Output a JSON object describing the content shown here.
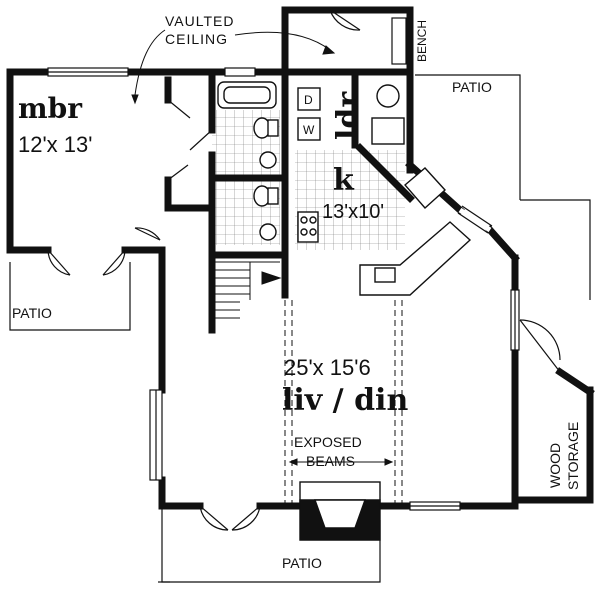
{
  "rooms": {
    "mbr": {
      "name": "mbr",
      "size": "12'x 13'"
    },
    "kitchen": {
      "name": "k",
      "size": "13'x10'"
    },
    "laundry": {
      "name": "ldr"
    },
    "living": {
      "name": "liv / din",
      "size": "25'x 15'6"
    }
  },
  "labels": {
    "vaulted_line1": "VAULTED",
    "vaulted_line2": "CEILING",
    "bench": "BENCH",
    "patio_top_right": "PATIO",
    "patio_left": "PATIO",
    "patio_bottom": "PATIO",
    "exposed_line1": "EXPOSED",
    "exposed_line2": "BEAMS",
    "wood_line1": "WOOD",
    "wood_line2": "STORAGE",
    "washer": "W",
    "dryer": "D"
  }
}
